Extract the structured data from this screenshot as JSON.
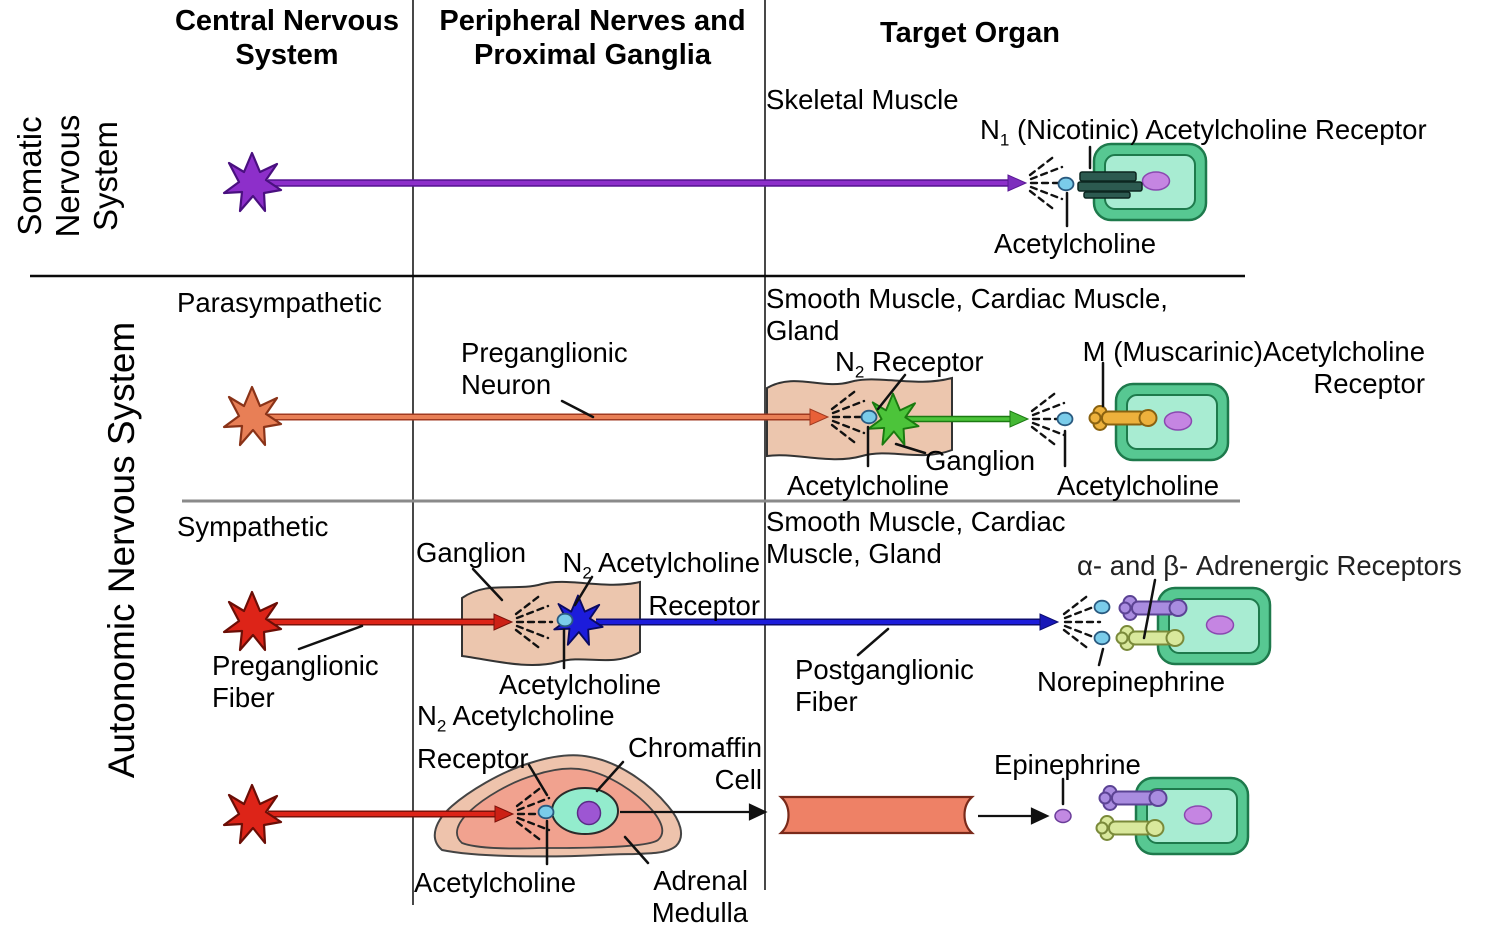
{
  "headers": {
    "central_line1": "Central Nervous",
    "central_line2": "System",
    "peripheral_line1": "Peripheral Nerves and",
    "peripheral_line2": "Proximal Ganglia",
    "target": "Target Organ"
  },
  "divisions": {
    "somatic_line1": "Somatic",
    "somatic_line2": "Nervous",
    "somatic_line3": "System",
    "autonomic": "Autonomic Nervous System",
    "parasympathetic": "Parasympathetic",
    "sympathetic": "Sympathetic"
  },
  "somatic": {
    "target_organ": "Skeletal Muscle",
    "receptor_label": {
      "pre": "N",
      "sub": "1",
      "post": " (Nicotinic) Acetylcholine Receptor"
    },
    "transmitter": "Acetylcholine"
  },
  "parasympathetic": {
    "target_organ_line1": "Smooth Muscle, Cardiac Muscle,",
    "target_organ_line2": "Gland",
    "preganglionic_line1": "Preganglionic",
    "preganglionic_line2": "Neuron",
    "n2_label": {
      "pre": "N",
      "sub": "2",
      "post": " Receptor"
    },
    "ganglion": "Ganglion",
    "transmitter_ganglion": "Acetylcholine",
    "transmitter_target": "Acetylcholine",
    "muscarinic_line1": "M (Muscarinic)Acetylcholine",
    "muscarinic_line2": "Receptor"
  },
  "sympathetic": {
    "target_organ_line1": "Smooth Muscle, Cardiac",
    "target_organ_line2": "Muscle, Gland",
    "ganglion": "Ganglion",
    "n2_label": {
      "pre": "N",
      "sub": "2",
      "post": " Acetylcholine"
    },
    "n2_label_line2": "Receptor",
    "preganglionic_line1": "Preganglionic",
    "preganglionic_line2": "Fiber",
    "transmitter_ganglion": "Acetylcholine",
    "postganglionic_line1": "Postganglionic",
    "postganglionic_line2": "Fiber",
    "adrenergic": "α- and β- Adrenergic Receptors",
    "transmitter_target": "Norepinephrine"
  },
  "adrenal": {
    "n2_label": {
      "pre": "N",
      "sub": "2",
      "post": " Acetylcholine"
    },
    "n2_label_line2": "Receptor",
    "chromaffin_line1": "Chromaffin",
    "chromaffin_line2": "Cell",
    "transmitter": "Acetylcholine",
    "gland_line1": "Adrenal",
    "gland_line2": "Medulla",
    "hormone": "Epinephrine"
  },
  "colors": {
    "somatic_purple": "#8d2fca",
    "purple_arrow": "#7d2ebd",
    "parasym_salmon": "#e87f56",
    "parasym_arrow": "#e86038",
    "sympathetic_red": "#dd2418",
    "red_arrow": "#cc2015",
    "postganglionic_blue": "#1c1cdb",
    "blue_arrow": "#1818b8",
    "ganglionic_green": "#4cc43a",
    "green_arrow": "#45b835",
    "acetylcholine_cyan": "#7accea",
    "nicotinic_dark": "#2c5a50",
    "muscarinic_orange": "#edb13c",
    "alpha_receptor_purple": "#a98ce0",
    "beta_receptor_green": "#d9e89c",
    "cell_outer": "#57c892",
    "cell_inner": "#a8ecd2",
    "nucleus": "#c585e2",
    "ganglion_tan": "#ecc6ae",
    "adrenal_outer": "#eec3ac",
    "adrenal_inner": "#f1a28f",
    "chromaffin_green": "#93eccd",
    "chromaffin_nucleus": "#9d56d3",
    "vessel_salmon": "#ee8166",
    "epinephrine_dot": "#c289e2"
  }
}
